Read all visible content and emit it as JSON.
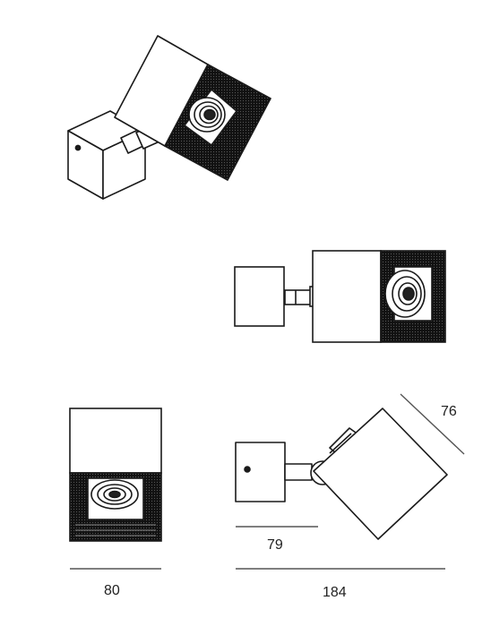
{
  "dimensions": {
    "width_80": "80",
    "length_184": "184",
    "reach_79": "79",
    "head_76": "76"
  },
  "colors": {
    "stroke": "#1a1a1a",
    "background": "#ffffff",
    "dimension_line": "#555555"
  }
}
